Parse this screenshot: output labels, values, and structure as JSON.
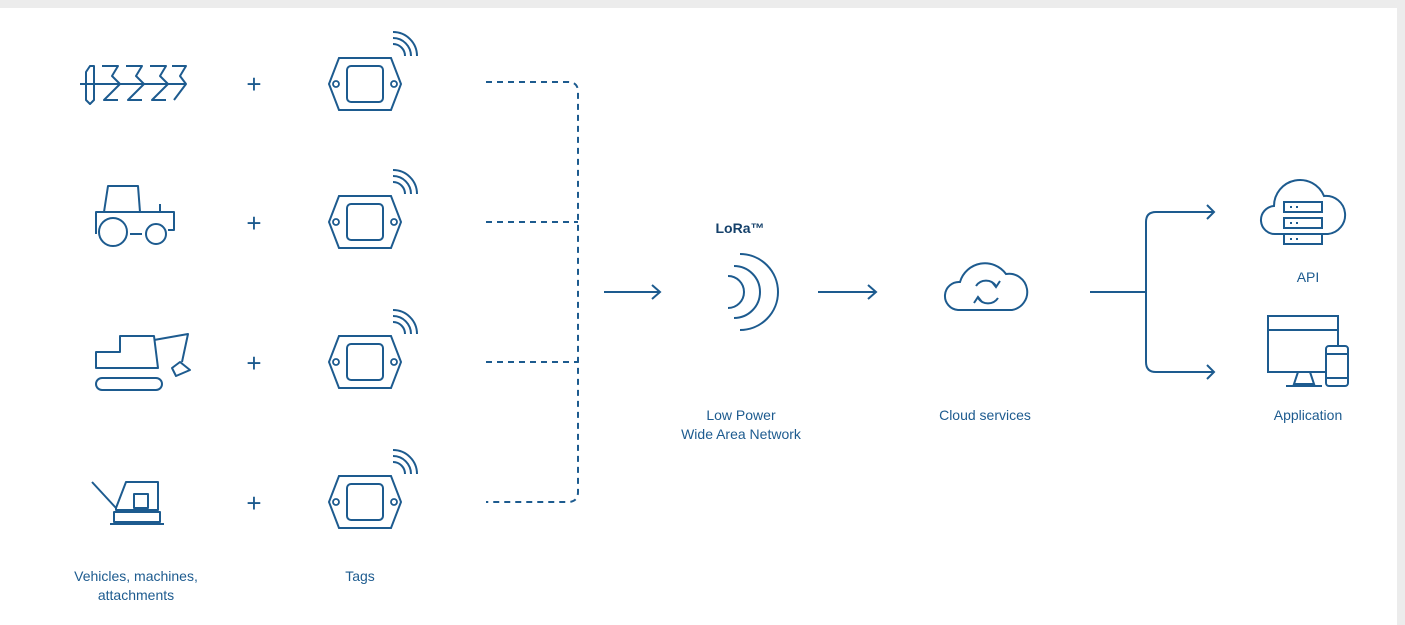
{
  "colors": {
    "stroke": "#1d5b8f",
    "background": "#ffffff",
    "page": "#ececec"
  },
  "sources": {
    "plus": "+",
    "items": [
      {
        "icon": "plough-icon"
      },
      {
        "icon": "tractor-icon"
      },
      {
        "icon": "excavator-icon"
      },
      {
        "icon": "compactor-icon"
      }
    ],
    "tag_icon": "tag-device-icon"
  },
  "labels": {
    "vehicles_line1": "Vehicles, machines,",
    "vehicles_line2": "attachments",
    "tags": "Tags",
    "lora": "LoRa™",
    "lpwan_line1": "Low Power",
    "lpwan_line2": "Wide Area Network",
    "cloud": "Cloud services",
    "api": "API",
    "application": "Application"
  }
}
